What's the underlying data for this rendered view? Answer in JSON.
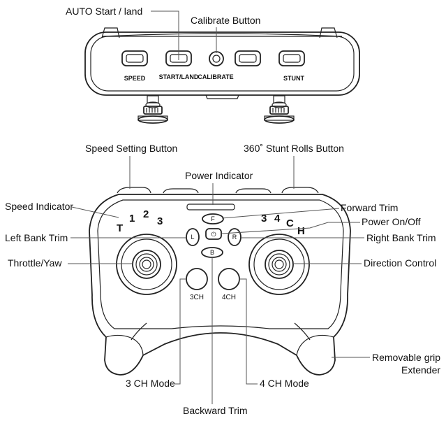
{
  "callouts": {
    "auto_start_land": "AUTO Start / land",
    "calibrate_button": "Calibrate Button",
    "speed_setting_button": "Speed Setting Button",
    "stunt_rolls_button": "360˚ Stunt Rolls Button",
    "power_indicator": "Power Indicator",
    "speed_indicator": "Speed Indicator",
    "forward_trim": "Forward Trim",
    "power_on_off": "Power On/Off",
    "left_bank_trim": "Left Bank Trim",
    "right_bank_trim": "Right Bank Trim",
    "throttle_yaw": "Throttle/Yaw",
    "direction_control": "Direction Control",
    "removable_grip_line1": "Removable grip",
    "removable_grip_line2": "Extender",
    "mode_3ch": "3 CH Mode",
    "mode_4ch": "4 CH Mode",
    "backward_trim": "Backward Trim"
  },
  "top_buttons": {
    "speed": "SPEED",
    "start_land": "START/LAND",
    "calibrate": "CALIBRATE",
    "stunt": "STUNT"
  },
  "speed_marks": {
    "t": "T",
    "s1": "1",
    "s2": "2",
    "s3": "3"
  },
  "mode_marks": {
    "m3": "3",
    "m4": "4",
    "c": "C",
    "h": "H"
  },
  "trim_glyphs": {
    "forward": "F",
    "backward": "B",
    "left": "L",
    "right": "R",
    "power": "⏻"
  },
  "mode_buttons": {
    "ch3": "3CH",
    "ch4": "4CH"
  }
}
